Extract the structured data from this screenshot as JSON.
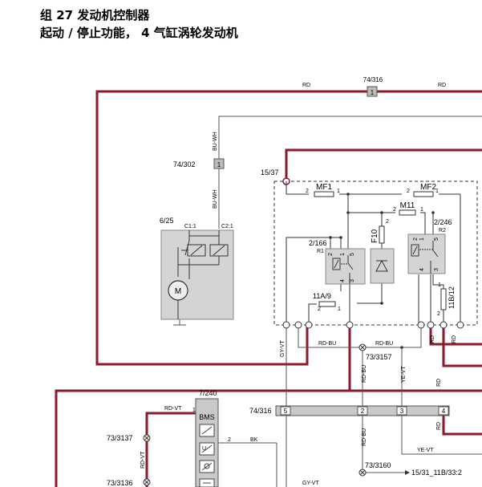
{
  "header": {
    "title": "组 27 发动机控制器",
    "subtitle": "起动 / 停止功能， 4 气缸涡轮发动机"
  },
  "diagram": {
    "wire_colors": {
      "red": "#8b1a2b",
      "grey": "#555555",
      "module_fill": "#d4d4d4"
    },
    "wire_labels": {
      "rd": "RD",
      "bu_wh": "BU-WH",
      "gy_vt": "GY-VT",
      "rd_bu": "RD-BU",
      "ye_vt": "YE-VT",
      "rd_vt": "RD-VT",
      "bk": "BK"
    },
    "connectors": {
      "c74_316_top": "74/316",
      "c74_316_bottom": "74/316",
      "c74_302": "74/302",
      "c15_37": "15/37",
      "c6_25": "6/25",
      "c7_240": "7/240",
      "c73_3137": "73/3137",
      "c73_3136": "73/3136",
      "c73_3157": "73/3157",
      "c73_3160": "73/3160",
      "c15_31": "15/31_11B/33:2"
    },
    "components": {
      "mf1": "MF1",
      "mf2": "MF2",
      "m11": "M11",
      "f10": "F10",
      "r1_id": "2/166",
      "r1": "R1",
      "r2_id": "2/246",
      "r2": "R2",
      "fuse_11a9": "11A/9",
      "fuse_11b12": "11B/12",
      "motor": "M",
      "bms": "BMS",
      "c1_1": "C1:1",
      "c2_1": "C2:1"
    },
    "pins": {
      "p1": "1",
      "p2": "2",
      "p3": "3",
      "p4": "4",
      "p5": "5"
    }
  }
}
